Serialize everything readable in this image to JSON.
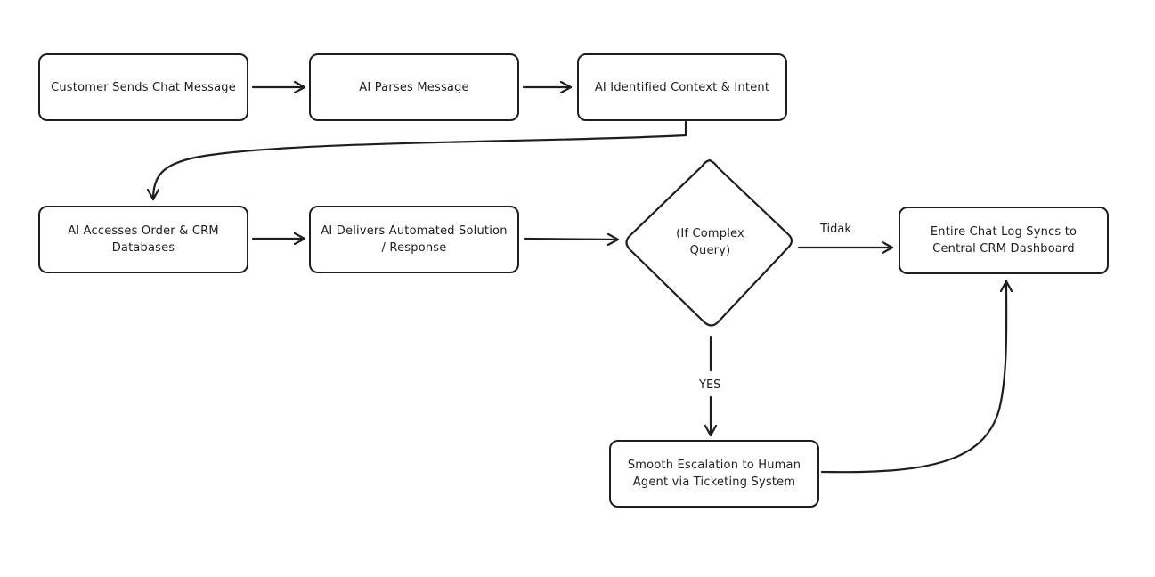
{
  "nodes": {
    "customer_sends": "Customer Sends Chat Message",
    "ai_parses": "AI Parses Message",
    "ai_identified": "AI Identified  Context & Intent",
    "ai_accesses": "AI Accesses Order & CRM Databases",
    "ai_delivers": "AI Delivers Automated Solution / Response",
    "decision": "(If Complex Query)",
    "chat_log_syncs": "Entire Chat Log Syncs to Central CRM Dashboard",
    "escalation": "Smooth Escalation to Human Agent via Ticketing System"
  },
  "edges": {
    "no_label": "Tidak",
    "yes_label": "YES"
  },
  "colors": {
    "stroke": "#1e1e1e",
    "background": "#ffffff"
  }
}
